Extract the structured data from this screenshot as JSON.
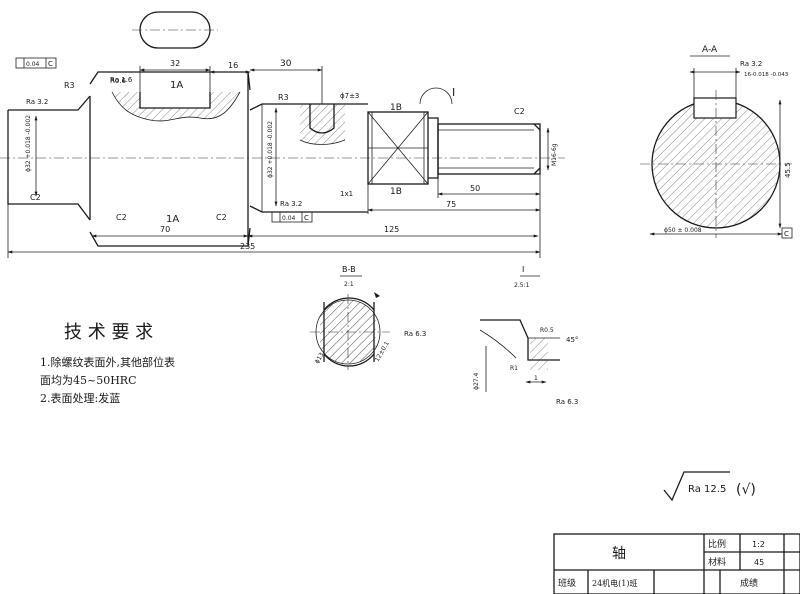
{
  "shaft_main": {
    "dims": {
      "d1": "32",
      "d2": "16",
      "d3": "30",
      "d4": "70",
      "d5": "125",
      "d6": "235",
      "d7": "75",
      "d8": "50",
      "d9": "1x1",
      "d10": "ϕ7±3"
    },
    "surface": {
      "ra1": "Ra 3.2",
      "ra2": "Ra 1.6",
      "ra3": "Ra 3.2"
    },
    "labels": {
      "r1": "R3",
      "r2": "R0.6",
      "r3": "R3",
      "c1": "C2",
      "c2": "C2",
      "c3": "C2",
      "c4": "C2",
      "la1": "1A",
      "la2": "1A",
      "lb1": "1B",
      "lb2": "1B",
      "tol1": "0.04",
      "datum1": "C",
      "tol2": "0.04",
      "datum2": "C",
      "dia1": "ϕ32 +0.018 -0.002",
      "dia2": "ϕ32 +0.018 -0.002",
      "dia3": "M16-6g",
      "break_mark": "I",
      "section_a": "A-A",
      "scale_note_top": "I",
      "scale_note_bottom": "2.5:1"
    }
  },
  "section_aa": {
    "title": "A-A",
    "labels": {
      "ra": "Ra 3.2",
      "key_depth": "16-0.018 -0.043",
      "dia": "ϕ50 ± 0.008",
      "h": "45.5",
      "datum": "C"
    }
  },
  "section_bb": {
    "title": "B-B",
    "scale": "2:1",
    "labels": {
      "ra": "Ra 6.3",
      "d1": "ϕ13",
      "d2": "12±0.1"
    }
  },
  "detail_i": {
    "labels": {
      "r1": "R0.5",
      "angle": "45°",
      "r2": "R1",
      "w": "1",
      "dia": "ϕ27.4",
      "ra": "Ra 6.3"
    }
  },
  "tech_req": {
    "title": "技 术 要 求",
    "lines": [
      "1.除螺纹表面外,其他部位表",
      "面均为45~50HRC",
      "2.表面处理:发蓝"
    ]
  },
  "general_roughness": {
    "symbol": "Ra 12.5",
    "suffix": "(√)"
  },
  "title_block": {
    "part_name": "轴",
    "scale_label": "比例",
    "scale_value": "1:2",
    "material_label": "材料",
    "material_value": "45",
    "class_label": "班级",
    "class_value": "24机电(1)班",
    "grade_label": "成绩"
  }
}
